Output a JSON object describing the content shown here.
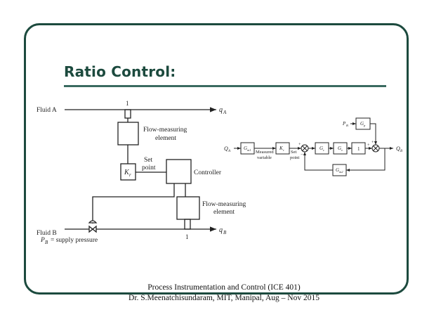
{
  "slide": {
    "title": "Ratio Control:",
    "footer_line1": "Process Instrumentation and Control (ICE 401)",
    "footer_line2": "Dr. S.Meenatchisundaram, MIT, Manipal, Aug – Nov 2015"
  },
  "left_diagram": {
    "fluid_a": "Fluid A",
    "q_a": "q",
    "q_a_sub": "A",
    "tap_a": "1",
    "fm_a_line1": "Flow-measuring",
    "fm_a_line2": "element",
    "kr": "K",
    "kr_sub": "r",
    "setpoint_line1": "Set",
    "setpoint_line2": "point",
    "controller": "Controller",
    "fm_b_line1": "Flow-measuring",
    "fm_b_line2": "element",
    "fluid_b": "Fluid B",
    "q_b": "q",
    "q_b_sub": "B",
    "tap_b": "1",
    "supply": "= supply pressure",
    "pb": "P",
    "pb_sub": "B"
  },
  "right_diagram": {
    "qa": "Q",
    "qa_sub": "A",
    "gm1": "G",
    "gm1_sub": "m1",
    "measured_line1": "Measured",
    "measured_line2": "variable",
    "kr": "K",
    "kr_sub": "r",
    "set_line1": "Set",
    "set_line2": "point",
    "plus1": "+",
    "minus1": "−",
    "gc": "G",
    "gc_sub": "c",
    "gv": "G",
    "gv_sub": "v",
    "one": "1",
    "pb": "P",
    "pb_sub": "B",
    "gp": "G",
    "gp_sub": "p",
    "plus2": "+",
    "plus3": "+",
    "qb": "Q",
    "qb_sub": "B",
    "gm2": "G",
    "gm2_sub": "m2"
  }
}
